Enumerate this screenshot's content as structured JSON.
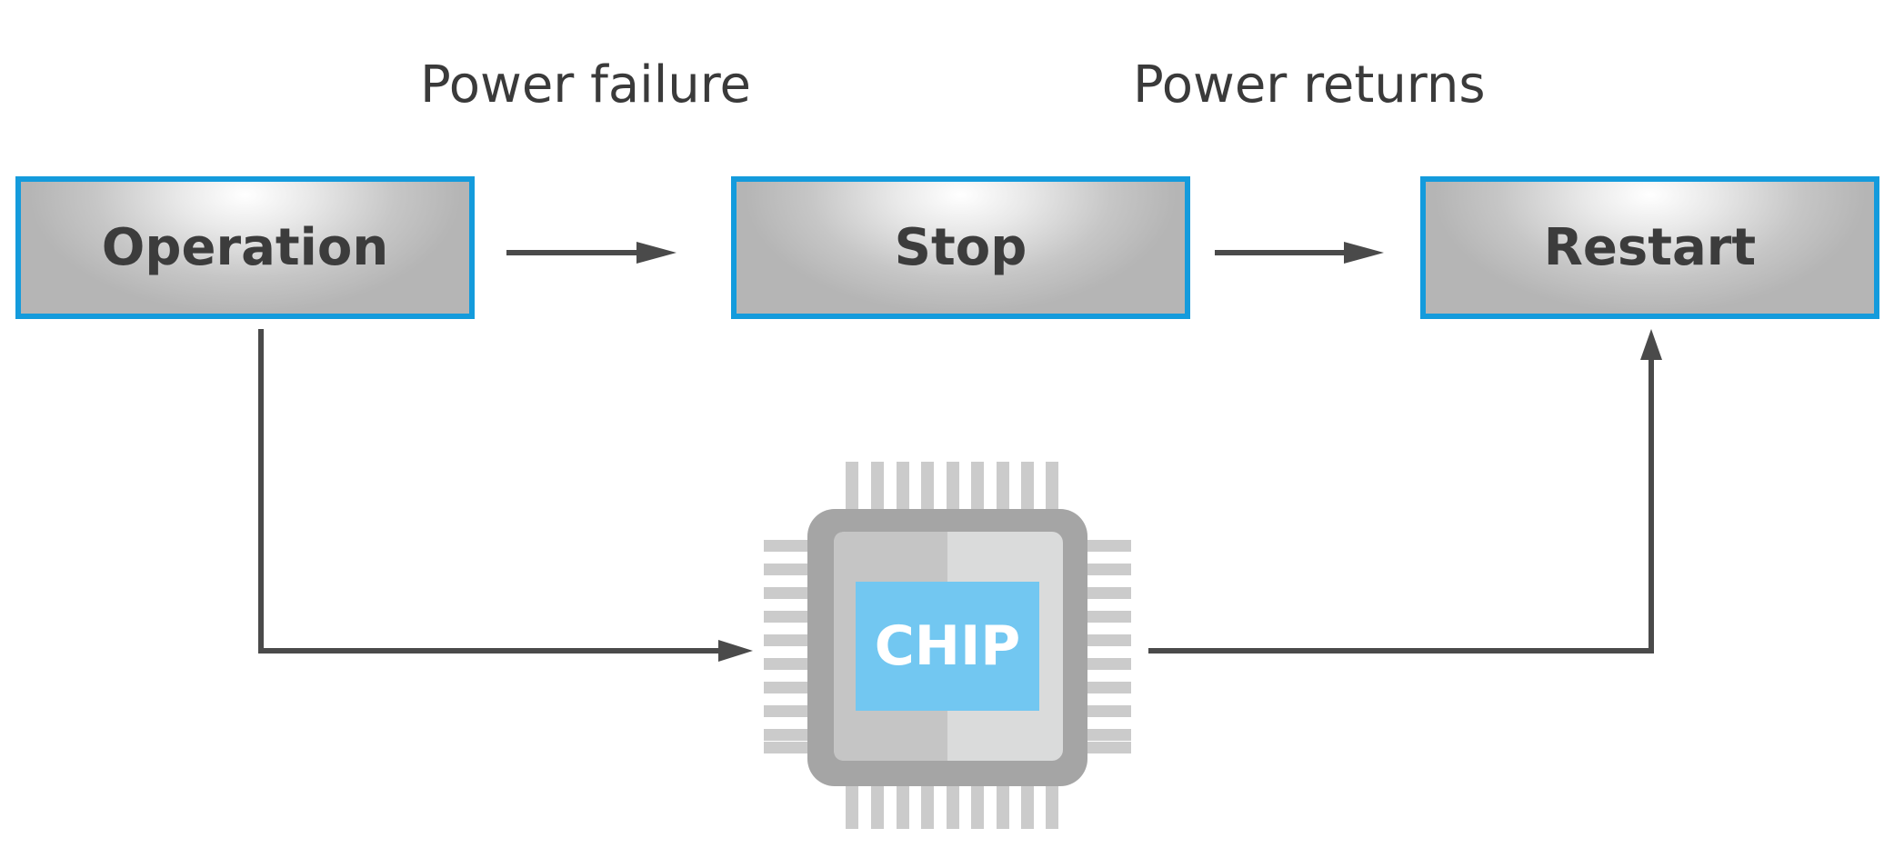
{
  "labels": {
    "power_failure": "Power failure",
    "power_returns": "Power returns"
  },
  "boxes": {
    "operation": "Operation",
    "stop": "Stop",
    "restart": "Restart"
  },
  "chip": {
    "label": "CHIP"
  },
  "colors": {
    "box_border": "#149bdc",
    "arrow": "#4a4a4a",
    "chip_core": "#72c7f1",
    "chip_frame": "#a5a5a5",
    "chip_pins": "#cbcbcb"
  }
}
